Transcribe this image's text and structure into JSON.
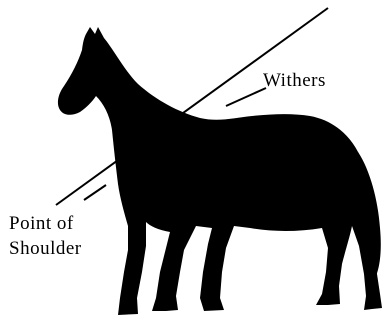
{
  "colors": {
    "silhouette": "#000000",
    "background": "#ffffff",
    "line": "#000000"
  },
  "labels": {
    "withers": "Withers",
    "point_line1": "Point of",
    "point_line2": "Shoulder"
  }
}
